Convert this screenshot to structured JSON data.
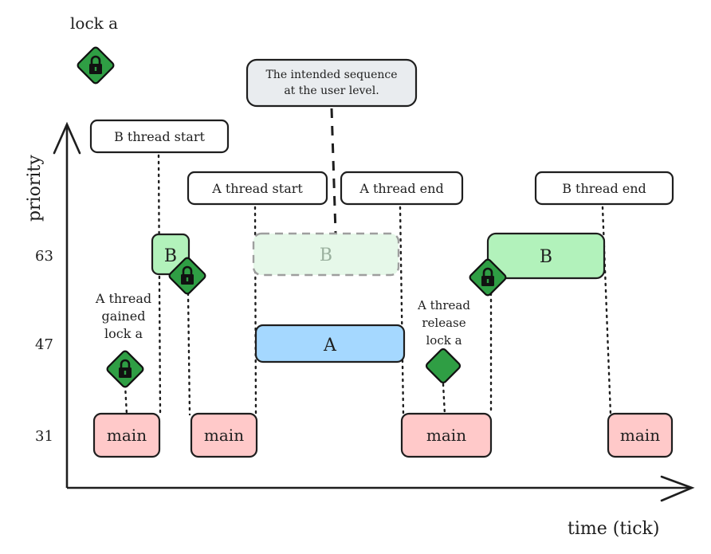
{
  "legend": {
    "lock_label": "lock a"
  },
  "axes": {
    "y_label": "priority",
    "x_label": "time (tick)",
    "y_ticks": [
      "63",
      "47",
      "31"
    ]
  },
  "callouts": {
    "intended_line1": "The intended sequence",
    "intended_line2": "at the user level.",
    "b_start": "B thread start",
    "a_start": "A thread start",
    "a_end": "A thread end",
    "b_end": "B thread end"
  },
  "notes": {
    "a_gained": [
      "A thread",
      "gained",
      "lock a"
    ],
    "a_release": [
      "A thread",
      "release",
      "lock a"
    ]
  },
  "blocks": {
    "main": "main",
    "a": "A",
    "b": "B"
  },
  "colors": {
    "main_fill": "#ffc9c9",
    "a_fill": "#a5d8ff",
    "b_fill": "#b2f2bb",
    "b_ghost_fill": "#e6f8e9",
    "lock_green": "#2f9e44",
    "callout_fill": "#e9ecef"
  }
}
